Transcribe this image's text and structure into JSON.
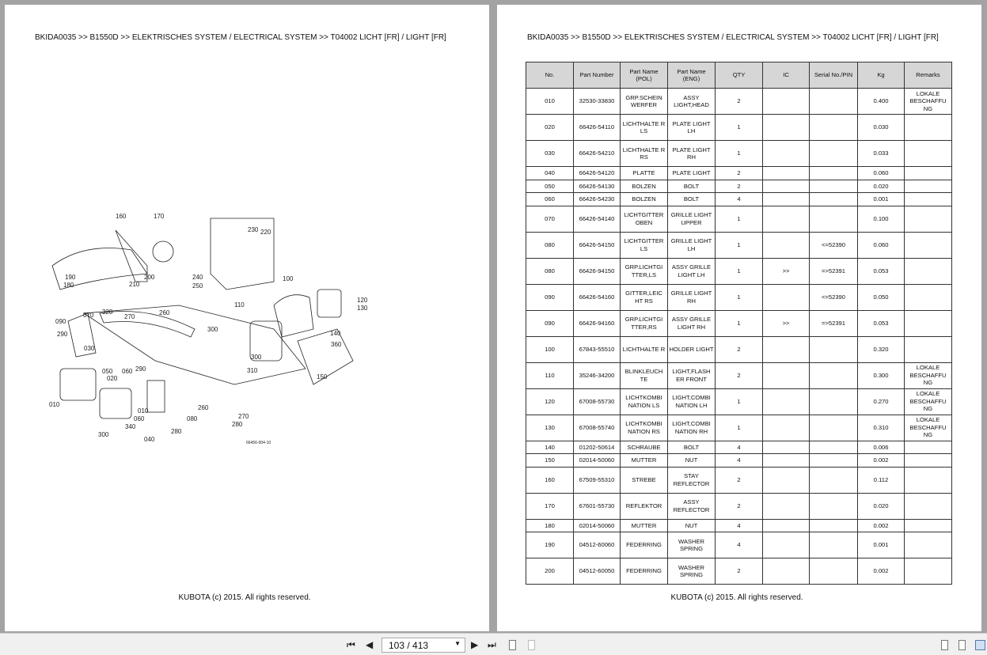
{
  "breadcrumb": "BKIDA0035 >> B1550D >> ELEKTRISCHES SYSTEM / ELECTRICAL SYSTEM >> T04002   LICHT   [FR] / LIGHT   [FR]",
  "footer": "KUBOTA (c) 2015. All rights reserved.",
  "diagram": {
    "labels": [
      "160",
      "170",
      "230",
      "220",
      "190",
      "180",
      "210",
      "200",
      "240",
      "250",
      "100",
      "120",
      "130",
      "110",
      "070",
      "320",
      "260",
      "270",
      "090",
      "290",
      "300",
      "140",
      "360",
      "030",
      "020",
      "050",
      "060",
      "290",
      "300",
      "310",
      "150",
      "010",
      "010",
      "260",
      "270",
      "280",
      "060",
      "080",
      "340",
      "300",
      "040",
      "280"
    ],
    "code": "66456-004-10"
  },
  "table": {
    "headers": [
      "No.",
      "Part Number",
      "Part Name (POL)",
      "Part Name (ENG)",
      "QTY",
      "IC",
      "Serial No./PIN",
      "Kg",
      "Remarks"
    ],
    "rows": [
      [
        "010",
        "32530-33830",
        "GRP.SCHEIN WERFER",
        "ASSY LIGHT,HEAD",
        "2",
        "",
        "",
        "0.400",
        "LOKALE BESCHAFFU NG"
      ],
      [
        "020",
        "66426-54110",
        "LICHTHALTE R LS",
        "PLATE LIGHT LH",
        "1",
        "",
        "",
        "0.030",
        ""
      ],
      [
        "030",
        "66426-54210",
        "LICHTHALTE R RS",
        "PLATE LIGHT RH",
        "1",
        "",
        "",
        "0.033",
        ""
      ],
      [
        "040",
        "66426-54120",
        "PLATTE",
        "PLATE LIGHT",
        "2",
        "",
        "",
        "0.060",
        ""
      ],
      [
        "050",
        "66426-54130",
        "BOLZEN",
        "BOLT",
        "2",
        "",
        "",
        "0.020",
        ""
      ],
      [
        "060",
        "66426-54230",
        "BOLZEN",
        "BOLT",
        "4",
        "",
        "",
        "0.001",
        ""
      ],
      [
        "070",
        "66426-54140",
        "LICHTGITTER OBEN",
        "GRILLE LIGHT UPPER",
        "1",
        "",
        "",
        "0.100",
        ""
      ],
      [
        "080",
        "66426-54150",
        "LICHTGITTER LS",
        "GRILLE LIGHT LH",
        "1",
        "",
        "<=52390",
        "0.060",
        ""
      ],
      [
        "080",
        "66426-94150",
        "GRP.LICHTGI TTER,LS",
        "ASSY GRILLE LIGHT LH",
        "1",
        ">>",
        "=>52391",
        "0.053",
        ""
      ],
      [
        "090",
        "66426-54160",
        "GITTER,LEIC HT RS",
        "GRILLE LIGHT RH",
        "1",
        "",
        "<=52390",
        "0.050",
        ""
      ],
      [
        "090",
        "66426-94160",
        "GRP.LICHTGI TTER,RS",
        "ASSY GRILLE LIGHT RH",
        "1",
        ">>",
        "=>52391",
        "0.053",
        ""
      ],
      [
        "100",
        "67843-55510",
        "LICHTHALTE R",
        "HOLDER LIGHT",
        "2",
        "",
        "",
        "0.320",
        ""
      ],
      [
        "110",
        "35246-34200",
        "BLINKLEUCH TE",
        "LIGHT,FLASH ER FRONT",
        "2",
        "",
        "",
        "0.300",
        "LOKALE BESCHAFFU NG"
      ],
      [
        "120",
        "67008-55730",
        "LICHTKOMBI NATION LS",
        "LIGHT,COMBI NATION LH",
        "1",
        "",
        "",
        "0.270",
        "LOKALE BESCHAFFU NG"
      ],
      [
        "130",
        "67008-55740",
        "LICHTKOMBI NATION RS",
        "LIGHT,COMBI NATION RH",
        "1",
        "",
        "",
        "0.310",
        "LOKALE BESCHAFFU NG"
      ],
      [
        "140",
        "01202-50614",
        "SCHRAUBE",
        "BOLT",
        "4",
        "",
        "",
        "0.006",
        ""
      ],
      [
        "150",
        "02014-50060",
        "MUTTER",
        "NUT",
        "4",
        "",
        "",
        "0.002",
        ""
      ],
      [
        "160",
        "67509-55310",
        "STREBE",
        "STAY REFLECTOR",
        "2",
        "",
        "",
        "0.112",
        ""
      ],
      [
        "170",
        "67601-55730",
        "REFLEKTOR",
        "ASSY REFLECTOR",
        "2",
        "",
        "",
        "0.020",
        ""
      ],
      [
        "180",
        "02014-50060",
        "MUTTER",
        "NUT",
        "4",
        "",
        "",
        "0.002",
        ""
      ],
      [
        "190",
        "04512-60060",
        "FEDERRING",
        "WASHER SPRING",
        "4",
        "",
        "",
        "0.001",
        ""
      ],
      [
        "200",
        "04512-60050",
        "FEDERRING",
        "WASHER SPRING",
        "2",
        "",
        "",
        "0.002",
        ""
      ]
    ],
    "short_rows": [
      3,
      4,
      5,
      15,
      16,
      19
    ]
  },
  "toolbar": {
    "page": "103 / 413",
    "icons": [
      "first-page-icon",
      "prev-page-icon",
      "next-page-icon",
      "last-page-icon",
      "fit-page-icon",
      "fit-width-icon",
      "single-page-view-icon",
      "continuous-view-icon",
      "two-page-view-icon"
    ]
  }
}
